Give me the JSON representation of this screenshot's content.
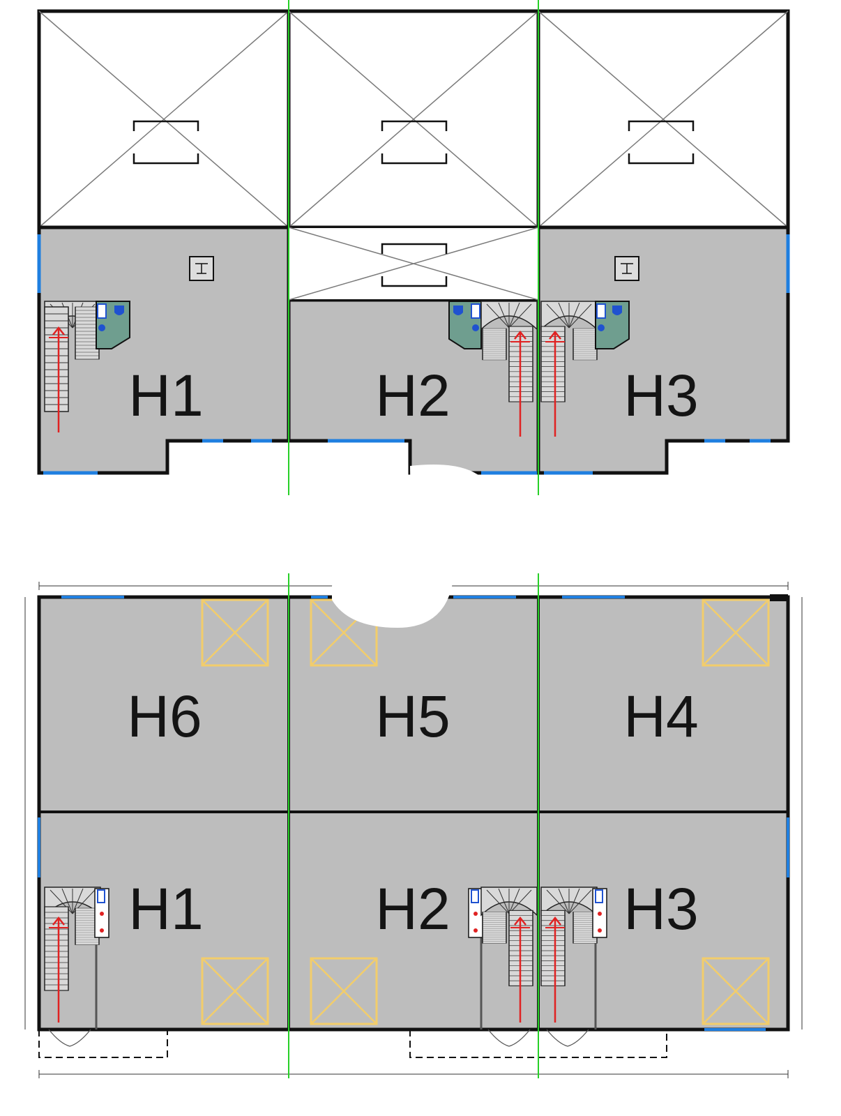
{
  "colors": {
    "unit_fill": "#bdbdbd",
    "wall": "#111111",
    "grid_line": "#27d027",
    "window": "#1f7fe0",
    "skylight": "#f2cd6b",
    "wet_room": "#6f9e8f",
    "stair_arrow": "#e02222"
  },
  "upper_plan": {
    "units": [
      {
        "label": "H1"
      },
      {
        "label": "H2"
      },
      {
        "label": "H3"
      }
    ]
  },
  "lower_plan": {
    "units": [
      {
        "label": "H6"
      },
      {
        "label": "H5"
      },
      {
        "label": "H4"
      },
      {
        "label": "H1"
      },
      {
        "label": "H2"
      },
      {
        "label": "H3"
      }
    ]
  }
}
